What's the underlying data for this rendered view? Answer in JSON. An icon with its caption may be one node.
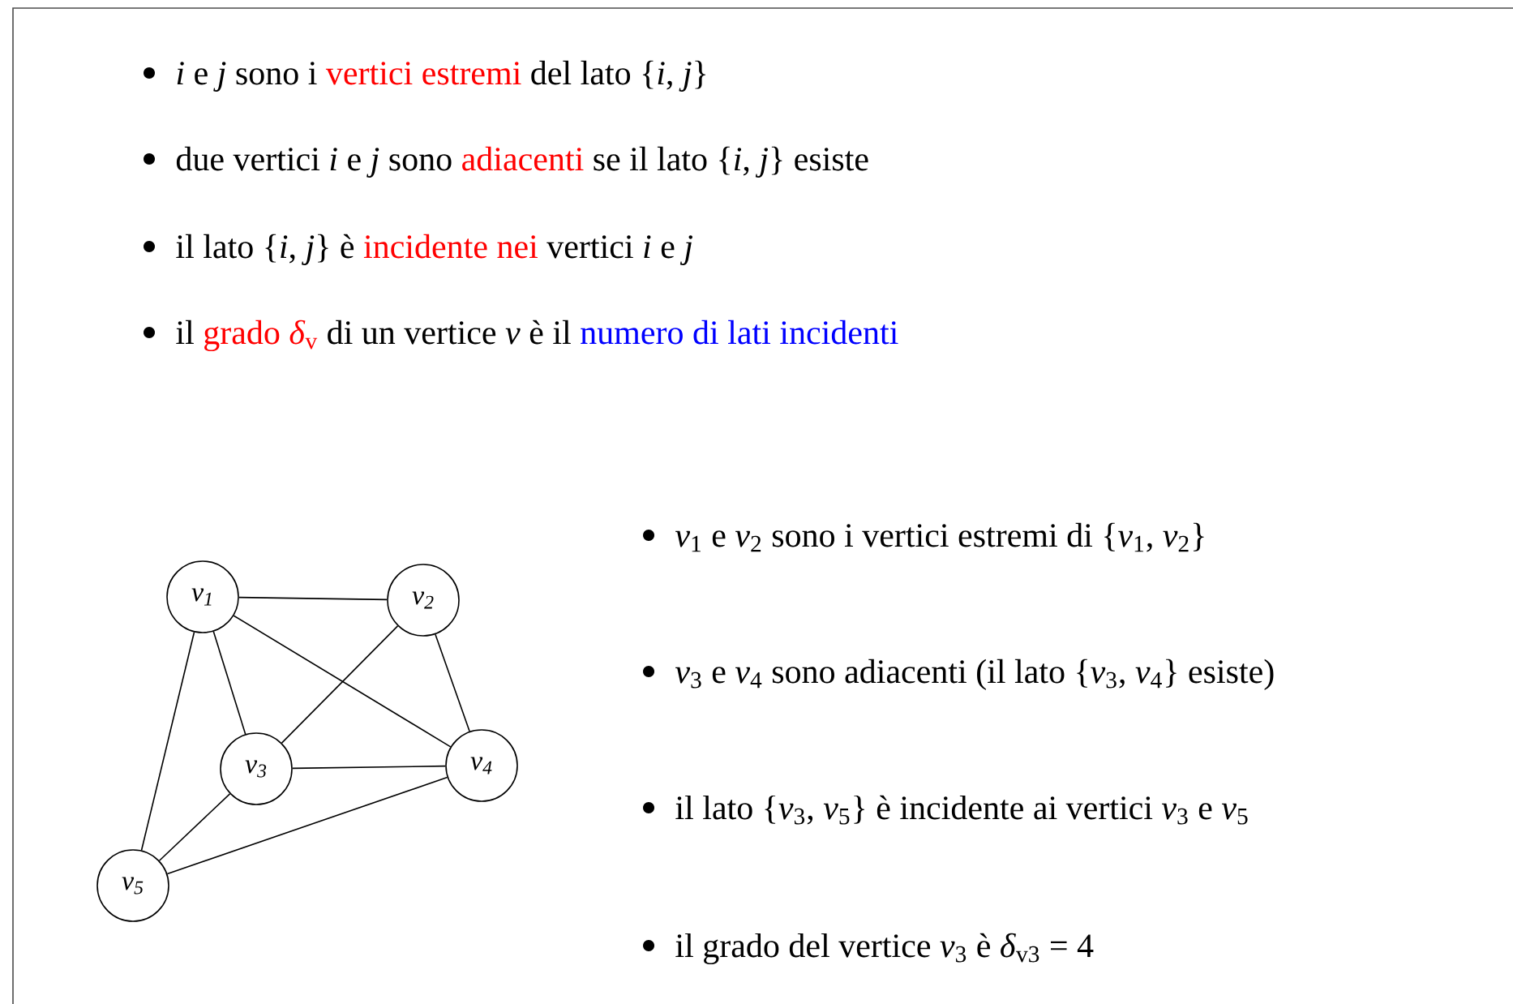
{
  "diagram": {
    "nodes": [
      {
        "text": [
          "*v*$_{1}$"
        ]
      },
      {
        "text": [
          "*v*$_{2}$"
        ]
      },
      {
        "text": [
          "*v*$_{3}$"
        ]
      },
      {
        "text": [
          "*v*$_{4}$"
        ]
      },
      {
        "text": [
          "*v*$_{5}$"
        ]
      }
    ],
    "edges": [
      {
        "from": 0,
        "to": 1,
        "arrow": "none"
      },
      {
        "from": 0,
        "to": 2,
        "arrow": "none"
      },
      {
        "from": 0,
        "to": 3,
        "arrow": "none"
      },
      {
        "from": 0,
        "to": 4,
        "arrow": "none"
      },
      {
        "from": 1,
        "to": 2,
        "arrow": "none"
      },
      {
        "from": 1,
        "to": 3,
        "arrow": "none"
      },
      {
        "from": 2,
        "to": 3,
        "arrow": "none"
      },
      {
        "from": 2,
        "to": 4,
        "arrow": "none"
      },
      {
        "from": 4,
        "to": 3,
        "arrow": "none"
      }
    ],
    "labels": [
      "*i* e *j* sono i",
      "vertici estremi",
      "del lato {*i*, *j*}",
      "due vertici *i* e *j* sono",
      "adiacenti",
      "se il lato {*i*, *j*} esiste",
      "il lato {*i*, *j*} è",
      "incidente nei",
      "vertici *i* e *j*",
      "il",
      "grado *δ*$_{v}$",
      "di un vertice *v* è il",
      "numero di lati incidenti",
      "*v*$_{1}$ e *v*$_{2}$ sono i vertici estremi di {*v*$_{1}$, *v*$_{2}$}",
      "*v*$_{3}$ e *v*$_{4}$ sono adiacenti (il lato {*v*$_{3}$, *v*$_{4}$} esiste)",
      "il lato {*v*$_{3}$, *v*$_{5}$} è incidente ai vertici *v*$_{3}$ e *v*$_{5}$",
      "il grado del vertice *v*$_{3}$ è *δ*$_{v3}$ = 4"
    ]
  }
}
